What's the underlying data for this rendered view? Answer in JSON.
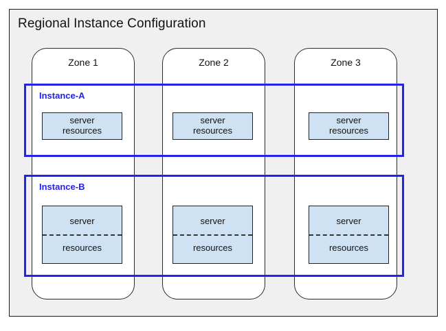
{
  "diagram": {
    "title": "Regional Instance Configuration",
    "frame_bg": "#f0f0f0",
    "frame_border": "#1a1a1a"
  },
  "zones": [
    {
      "label": "Zone 1"
    },
    {
      "label": "Zone 2"
    },
    {
      "label": "Zone 3"
    }
  ],
  "instances": [
    {
      "label": "Instance-A",
      "accent": "#2222ee",
      "box_style": "solid",
      "resources": [
        {
          "line1": "server",
          "line2": "resources"
        },
        {
          "line1": "server",
          "line2": "resources"
        },
        {
          "line1": "server",
          "line2": "resources"
        }
      ]
    },
    {
      "label": "Instance-B",
      "accent": "#2222ee",
      "box_style": "dashed-split",
      "resources": [
        {
          "line1": "server",
          "line2": "resources"
        },
        {
          "line1": "server",
          "line2": "resources"
        },
        {
          "line1": "server",
          "line2": "resources"
        }
      ]
    }
  ],
  "colors": {
    "resource_fill": "#cfe2f3",
    "resource_border": "#222222",
    "zone_border": "#2b2b2b",
    "text": "#111111"
  }
}
